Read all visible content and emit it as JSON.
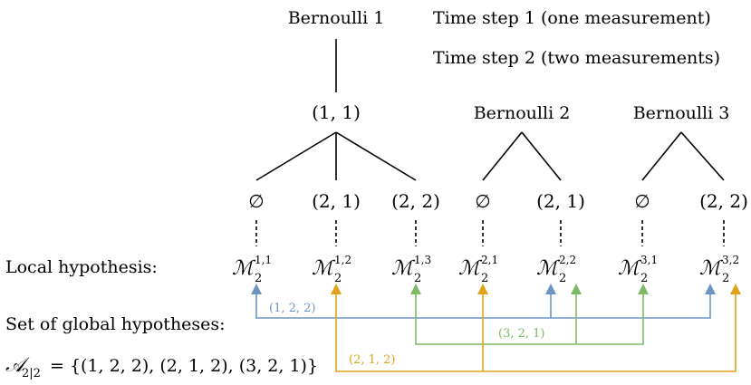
{
  "header": {
    "bernoulli1": "Bernoulli 1",
    "time_step_1": "Time step 1 (one measurement)",
    "time_step_2": "Time step 2 (two measurements)"
  },
  "tree": {
    "root_node": "(1, 1)",
    "bernoulli2": "Bernoulli 2",
    "bernoulli3": "Bernoulli 3",
    "leaves": [
      "∅",
      "(2, 1)",
      "(2, 2)",
      "∅",
      "(2, 1)",
      "∅",
      "(2, 2)"
    ]
  },
  "local_hypothesis": {
    "label": "Local hypothesis:",
    "symbol": "ℳ",
    "time_index": "2",
    "superscripts": [
      "1,1",
      "1,2",
      "1,3",
      "2,1",
      "2,2",
      "3,1",
      "3,2"
    ]
  },
  "global_hypotheses": {
    "label": "Set of global hypotheses:",
    "set_symbol": "𝒜",
    "set_subscript": "2|2",
    "set_value": "= {(1, 2, 2), (2, 1, 2), (3, 2, 1)}",
    "items": [
      {
        "label": "(1, 2, 2)",
        "color": "#6e93c2"
      },
      {
        "label": "(3, 2, 1)",
        "color": "#7dba66"
      },
      {
        "label": "(2, 1, 2)",
        "color": "#e0a31a"
      }
    ]
  }
}
